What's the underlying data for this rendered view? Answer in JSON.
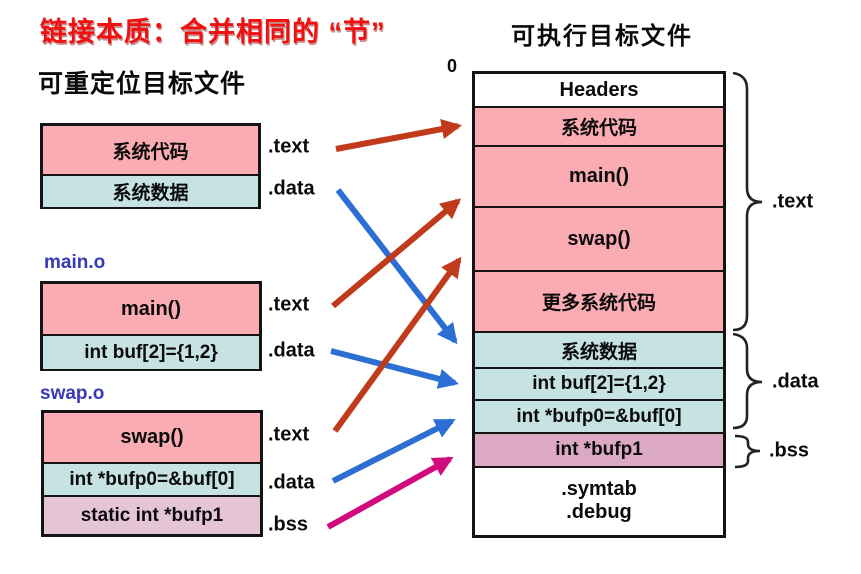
{
  "titles": {
    "main_title": "链接本质：合并相同的 “节”",
    "left_subtitle": "可重定位目标文件",
    "right_title": "可执行目标文件",
    "origin_label": "0"
  },
  "colors": {
    "text_section_fill": "#FAACB2",
    "data_section_fill": "#C6E2E3",
    "bss_left_fill": "#E5C4D6",
    "bss_right_fill": "#DCA9C4",
    "header_fill": "#FFFFFF",
    "arrow_red": "#C03A1C",
    "arrow_blue": "#2B6FD4",
    "arrow_magenta": "#D10A7E",
    "objfile_name_color": "#3939B8",
    "title_red": "#F01010"
  },
  "left_column": {
    "system_file": {
      "sections": [
        {
          "label": "系统代码",
          "tag": ".text"
        },
        {
          "label": "系统数据",
          "tag": ".data"
        }
      ]
    },
    "main_o": {
      "name": "main.o",
      "sections": [
        {
          "label": "main()",
          "tag": ".text"
        },
        {
          "label": "int  buf[2]={1,2}",
          "tag": ".data"
        }
      ]
    },
    "swap_o": {
      "name": "swap.o",
      "sections": [
        {
          "label": "swap()",
          "tag": ".text"
        },
        {
          "label": "int *bufp0=&buf[0]",
          "tag": ".data"
        },
        {
          "label": "static int *bufp1",
          "tag": ".bss"
        }
      ]
    }
  },
  "executable": {
    "sections": [
      {
        "label": "Headers"
      },
      {
        "label": "系统代码"
      },
      {
        "label": "main()"
      },
      {
        "label": "swap()"
      },
      {
        "label": "更多系统代码"
      },
      {
        "label": "系统数据"
      },
      {
        "label": "int buf[2]={1,2}"
      },
      {
        "label": "int *bufp0=&buf[0]"
      },
      {
        "label": "int *bufp1"
      },
      {
        "label": ".symtab",
        "label2": ".debug"
      }
    ],
    "braces": [
      {
        "label": ".text"
      },
      {
        "label": ".data"
      },
      {
        "label": ".bss"
      }
    ]
  },
  "connections": [
    {
      "from": "system-file .text",
      "to": "exec 系统代码",
      "color": "red"
    },
    {
      "from": "system-file .data",
      "to": "exec 系统数据",
      "color": "blue"
    },
    {
      "from": "main.o .text",
      "to": "exec main()",
      "color": "red"
    },
    {
      "from": "main.o .data",
      "to": "exec int buf[2]={1,2}",
      "color": "blue"
    },
    {
      "from": "swap.o .text",
      "to": "exec swap()",
      "color": "red"
    },
    {
      "from": "swap.o .data",
      "to": "exec int *bufp0=&buf[0]",
      "color": "blue"
    },
    {
      "from": "swap.o .bss",
      "to": "exec int *bufp1",
      "color": "magenta"
    }
  ]
}
